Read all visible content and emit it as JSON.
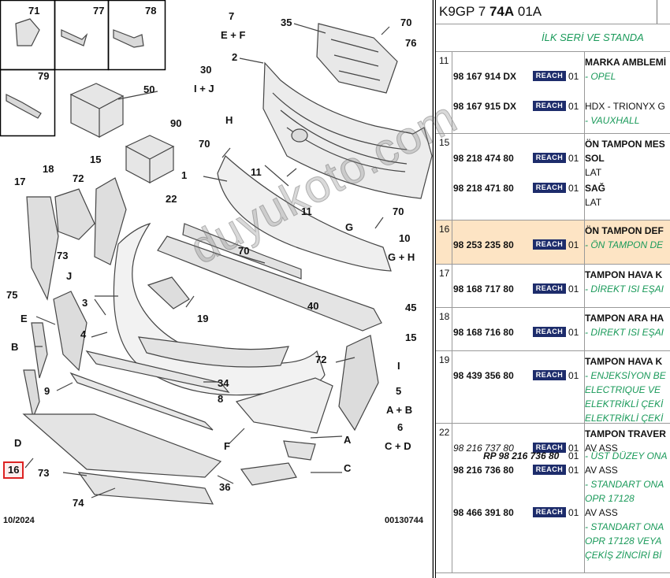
{
  "diagram": {
    "inset_numbers": [
      "71",
      "77",
      "78",
      "79",
      "50",
      "90"
    ],
    "callouts": [
      "35",
      "70",
      "76",
      "7",
      "E + F",
      "2",
      "30",
      "I + J",
      "H",
      "70",
      "1",
      "11",
      "11",
      "18",
      "72",
      "15",
      "17",
      "22",
      "G",
      "70",
      "10",
      "G + H",
      "73",
      "75",
      "J",
      "70",
      "3",
      "19",
      "40",
      "45",
      "E",
      "4",
      "15",
      "B",
      "72",
      "I",
      "34",
      "9",
      "5",
      "A + B",
      "8",
      "6",
      "C + D",
      "D",
      "F",
      "A",
      "73",
      "36",
      "C",
      "74"
    ],
    "highlight_label": "16",
    "date": "10/2024",
    "figure_ref": "00130744"
  },
  "header": {
    "prefix": "K9GP 7 ",
    "bold": "74A",
    "suffix": " 01A"
  },
  "subheader": "İLK SERİ VE STANDA",
  "groups": [
    {
      "num": "11",
      "rows": [
        {
          "pn": "98 167 914 DX",
          "badge": "REACH",
          "qty": "01",
          "lines": [
            {
              "t": "MARKA AMBLEMİ",
              "c": "b"
            },
            {
              "t": "- OPEL",
              "c": "g"
            }
          ]
        },
        {
          "pn": "98 167 915 DX",
          "badge": "REACH",
          "qty": "01",
          "lines": [
            {
              "t": "HDX - TRIONYX G",
              "c": ""
            },
            {
              "t": "- VAUXHALL",
              "c": "g"
            }
          ]
        }
      ]
    },
    {
      "num": "15",
      "rows": [
        {
          "pn": "98 218 474 80",
          "badge": "REACH",
          "qty": "01",
          "lines": [
            {
              "t": "ÖN TAMPON MES",
              "c": "b"
            },
            {
              "t": "SOL",
              "c": "b"
            },
            {
              "t": "LAT",
              "c": ""
            }
          ]
        },
        {
          "pn": "98 218 471 80",
          "badge": "REACH",
          "qty": "01",
          "lines": [
            {
              "t": "SAĞ",
              "c": "b"
            },
            {
              "t": "LAT",
              "c": ""
            }
          ]
        }
      ]
    },
    {
      "num": "16",
      "rows": [
        {
          "pn": "98 253 235 80",
          "badge": "REACH",
          "qty": "01",
          "lines": [
            {
              "t": "ÖN TAMPON DEF",
              "c": "b"
            },
            {
              "t": "- ÖN TAMPON DE",
              "c": "g"
            }
          ]
        }
      ]
    },
    {
      "num": "17",
      "rows": [
        {
          "pn": "98 168 717 80",
          "badge": "REACH",
          "qty": "01",
          "lines": [
            {
              "t": "TAMPON HAVA K",
              "c": "b"
            },
            {
              "t": "- DİREKT ISI EŞAI",
              "c": "g"
            }
          ]
        }
      ]
    },
    {
      "num": "18",
      "rows": [
        {
          "pn": "98 168 716 80",
          "badge": "REACH",
          "qty": "01",
          "lines": [
            {
              "t": "TAMPON ARA HA",
              "c": "b"
            },
            {
              "t": "- DİREKT ISI EŞAI",
              "c": "g"
            }
          ]
        }
      ]
    },
    {
      "num": "19",
      "rows": [
        {
          "pn": "98 439 356 80",
          "badge": "REACH",
          "qty": "01",
          "lines": [
            {
              "t": "TAMPON HAVA K",
              "c": "b"
            },
            {
              "t": "- ENJEKSİYON BE",
              "c": "g"
            },
            {
              "t": "ELECTRIQUE VE",
              "c": "g"
            },
            {
              "t": "ELEKTRİKLİ ÇEKİ",
              "c": "g"
            },
            {
              "t": "ELEKTRİKLİ ÇEKİ",
              "c": "g"
            }
          ]
        }
      ]
    },
    {
      "num": "22",
      "rows": [
        {
          "pn": "98 216 737 80",
          "badge": "REACH",
          "qty": "01",
          "italic": true,
          "lines": [
            {
              "t": "TAMPON TRAVER",
              "c": "b"
            },
            {
              "t": "AV ASS",
              "c": ""
            }
          ]
        },
        {
          "rp": "RP 98 216 736 80",
          "qty": "01",
          "lines": [
            {
              "t": "- ÜST DÜZEY ONA",
              "c": "g"
            }
          ]
        },
        {
          "pn": "98 216 736 80",
          "badge": "REACH",
          "qty": "01",
          "lines": [
            {
              "t": "AV ASS",
              "c": ""
            },
            {
              "t": "- STANDART ONA",
              "c": "g"
            },
            {
              "t": "OPR 17128",
              "c": "g"
            }
          ]
        },
        {
          "pn": "98 466 391 80",
          "badge": "REACH",
          "qty": "01",
          "lines": [
            {
              "t": "AV ASS",
              "c": ""
            },
            {
              "t": "- STANDART ONA",
              "c": "g"
            },
            {
              "t": "OPR 17128 VEYA",
              "c": "g"
            },
            {
              "t": "ÇEKİŞ ZİNCİRİ Bİ",
              "c": "g"
            }
          ]
        }
      ]
    }
  ],
  "watermark": "duyukoto.com"
}
